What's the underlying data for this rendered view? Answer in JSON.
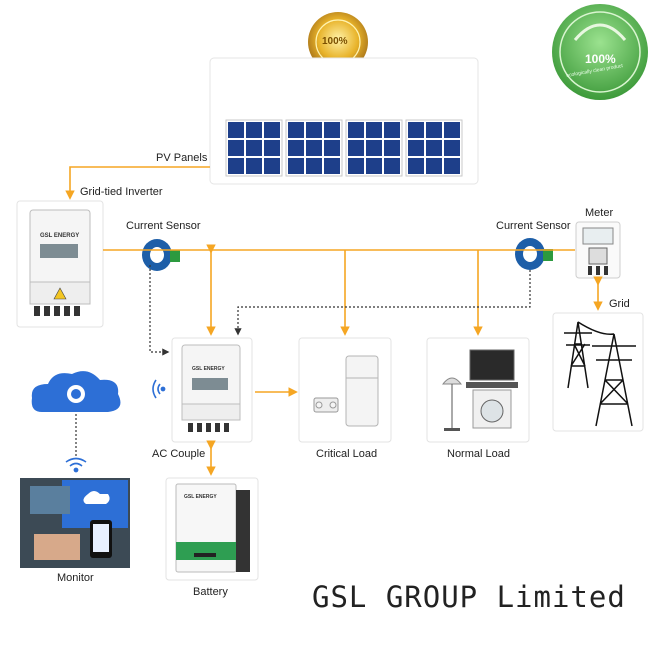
{
  "labels": {
    "pv_panels": "PV Panels",
    "grid_tied_inverter": "Grid-tied Inverter",
    "current_sensor_left": "Current Sensor",
    "current_sensor_right": "Current Sensor",
    "meter": "Meter",
    "grid": "Grid",
    "ac_couple": "AC Couple",
    "critical_load": "Critical Load",
    "normal_load": "Normal Load",
    "monitor": "Monitor",
    "battery": "Battery"
  },
  "badges": {
    "guarantee_percent": "100%",
    "eco_percent": "100%",
    "eco_text": "ecologically clean product"
  },
  "device_brand": "GSL ENERGY",
  "footer_text": "GSL GROUP Limited",
  "colors": {
    "ac_line": "#f5a623",
    "data_line": "#333333",
    "panel_blue": "#1e3f8a",
    "battery_green": "#2e9e52",
    "eco_green": "#4caf50",
    "cloud_blue": "#2d6fd6",
    "gold": "#e8b32a"
  }
}
